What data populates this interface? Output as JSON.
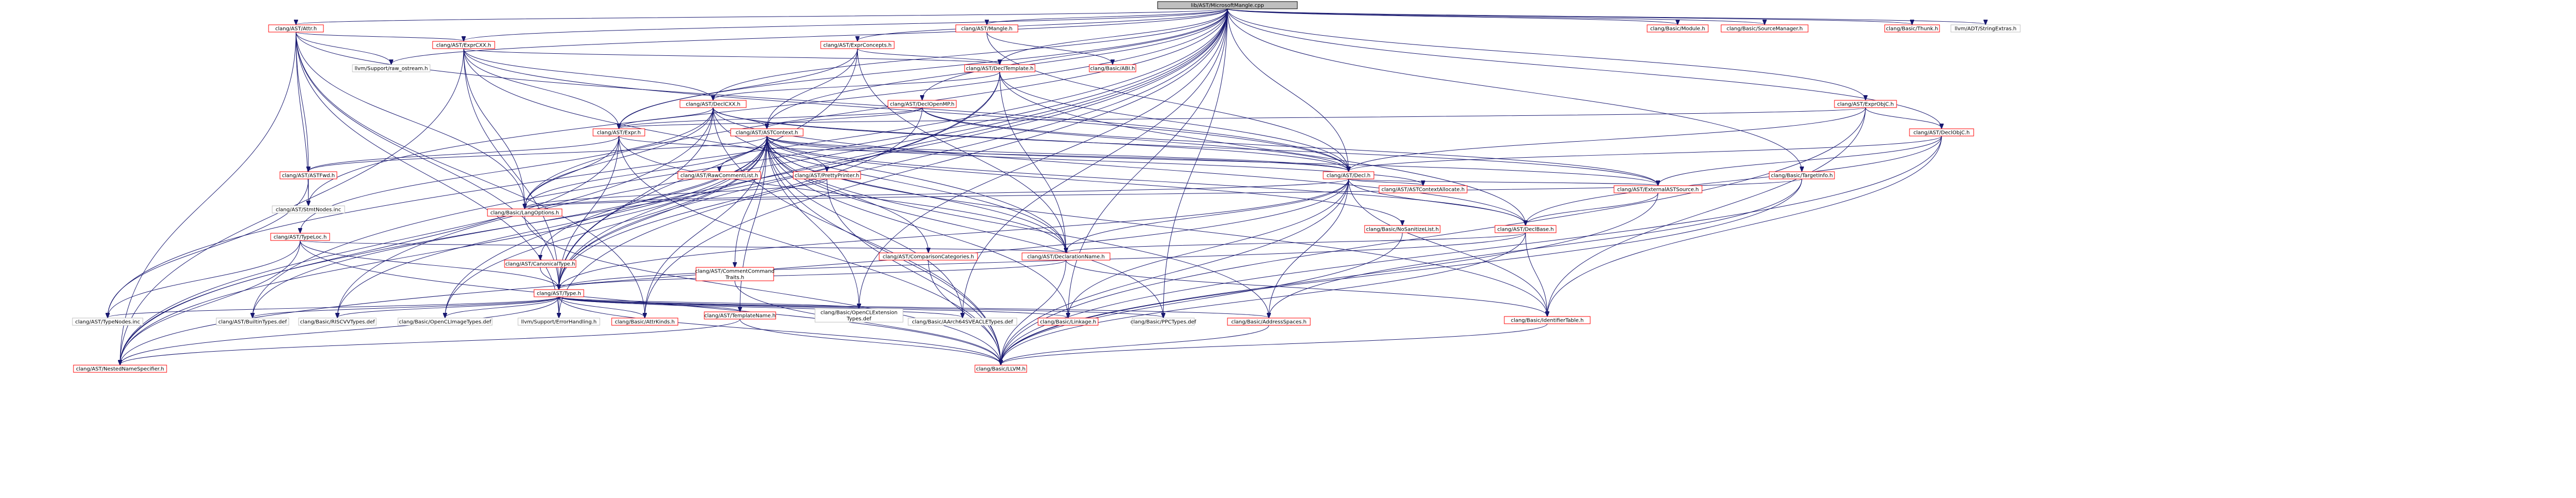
{
  "graph_title": "lib/AST/MicrosoftMangle.cpp",
  "colors": {
    "root_fill": "#bfbfbf",
    "linked_border": "#ff0000",
    "plain_border": "#bfbfbf",
    "edge": "#191970"
  },
  "nodes": [
    {
      "id": "root",
      "label": "lib/AST/MicrosoftMangle.cpp",
      "kind": "root"
    },
    {
      "id": "attr",
      "label": "clang/AST/Attr.h",
      "kind": "linked"
    },
    {
      "id": "mangle",
      "label": "clang/AST/Mangle.h",
      "kind": "linked"
    },
    {
      "id": "exprconcepts",
      "label": "clang/AST/ExprConcepts.h",
      "kind": "linked"
    },
    {
      "id": "declopenmp",
      "label": "clang/AST/DeclOpenMP.h",
      "kind": "linked"
    },
    {
      "id": "exprobjc",
      "label": "clang/AST/ExprObjC.h",
      "kind": "linked"
    },
    {
      "id": "basicmodule",
      "label": "clang/Basic/Module.h",
      "kind": "linked"
    },
    {
      "id": "sourcemanager",
      "label": "clang/Basic/SourceManager.h",
      "kind": "linked"
    },
    {
      "id": "thunk",
      "label": "clang/Basic/Thunk.h",
      "kind": "linked"
    },
    {
      "id": "stringextras",
      "label": "llvm/ADT/StringExtras.h",
      "kind": "plain"
    },
    {
      "id": "exprcxx",
      "label": "clang/AST/ExprCXX.h",
      "kind": "linked"
    },
    {
      "id": "rawostream",
      "label": "llvm/Support/raw_ostream.h",
      "kind": "plain"
    },
    {
      "id": "abih",
      "label": "clang/Basic/ABI.h",
      "kind": "linked"
    },
    {
      "id": "decltemplate",
      "label": "clang/AST/DeclTemplate.h",
      "kind": "linked"
    },
    {
      "id": "declcxx",
      "label": "clang/AST/DeclCXX.h",
      "kind": "linked"
    },
    {
      "id": "declobjc",
      "label": "clang/AST/DeclObjC.h",
      "kind": "linked"
    },
    {
      "id": "targetinfo",
      "label": "clang/Basic/TargetInfo.h",
      "kind": "linked"
    },
    {
      "id": "astcontext",
      "label": "clang/AST/ASTContext.h",
      "kind": "linked"
    },
    {
      "id": "expr",
      "label": "clang/AST/Expr.h",
      "kind": "linked"
    },
    {
      "id": "decl",
      "label": "clang/AST/Decl.h",
      "kind": "linked"
    },
    {
      "id": "astfwd",
      "label": "clang/AST/ASTFwd.h",
      "kind": "linked"
    },
    {
      "id": "stmtnodes",
      "label": "clang/AST/StmtNodes.inc",
      "kind": "plain"
    },
    {
      "id": "rawcomment",
      "label": "clang/AST/RawCommentList.h",
      "kind": "linked"
    },
    {
      "id": "prettyprinter",
      "label": "clang/AST/PrettyPrinter.h",
      "kind": "linked"
    },
    {
      "id": "langoptions",
      "label": "clang/Basic/LangOptions.h",
      "kind": "linked"
    },
    {
      "id": "contexttolocate",
      "label": "clang/AST/ASTContextAllocate.h",
      "kind": "linked"
    },
    {
      "id": "externalast",
      "label": "clang/AST/ExternalASTSource.h",
      "kind": "linked"
    },
    {
      "id": "typeloc",
      "label": "clang/AST/TypeLoc.h",
      "kind": "linked"
    },
    {
      "id": "canonicaltype",
      "label": "clang/AST/CanonicalType.h",
      "kind": "linked"
    },
    {
      "id": "nosanitize",
      "label": "clang/Basic/NoSanitizeList.h",
      "kind": "linked"
    },
    {
      "id": "declbase",
      "label": "clang/AST/DeclBase.h",
      "kind": "linked"
    },
    {
      "id": "comparison",
      "label": "clang/AST/ComparisonCategories.h",
      "kind": "linked"
    },
    {
      "id": "declname",
      "label": "clang/AST/DeclarationName.h",
      "kind": "linked"
    },
    {
      "id": "commentcmd",
      "label": "clang/AST/CommentCommand\nTraits.h",
      "kind": "linked"
    },
    {
      "id": "typeh",
      "label": "clang/AST/Type.h",
      "kind": "linked"
    },
    {
      "id": "identtable",
      "label": "clang/Basic/IdentifierTable.h",
      "kind": "linked"
    },
    {
      "id": "typenodes",
      "label": "clang/AST/TypeNodes.inc",
      "kind": "plain"
    },
    {
      "id": "builtintypes",
      "label": "clang/AST/BuiltinTypes.def",
      "kind": "plain"
    },
    {
      "id": "riscv",
      "label": "clang/Basic/RISCVVTypes.def",
      "kind": "plain"
    },
    {
      "id": "opencl",
      "label": "clang/Basic/OpenCLImageTypes.def",
      "kind": "plain"
    },
    {
      "id": "errorhandling",
      "label": "llvm/Support/ErrorHandling.h",
      "kind": "plain"
    },
    {
      "id": "attrkinds",
      "label": "clang/Basic/AttrKinds.h",
      "kind": "linked"
    },
    {
      "id": "templatename",
      "label": "clang/AST/TemplateName.h",
      "kind": "linked"
    },
    {
      "id": "openclext",
      "label": "clang/Basic/OpenCLExtension\nTypes.def",
      "kind": "plain"
    },
    {
      "id": "aarch64",
      "label": "clang/Basic/AArch64SVEACLETypes.def",
      "kind": "plain"
    },
    {
      "id": "linkage",
      "label": "clang/Basic/Linkage.h",
      "kind": "linked"
    },
    {
      "id": "ppctypes",
      "label": "clang/Basic/PPCTypes.def",
      "kind": "plain"
    },
    {
      "id": "addrspaces",
      "label": "clang/Basic/AddressSpaces.h",
      "kind": "linked"
    },
    {
      "id": "nns",
      "label": "clang/AST/NestedNameSpecifier.h",
      "kind": "linked"
    },
    {
      "id": "llvmh",
      "label": "clang/Basic/LLVM.h",
      "kind": "linked"
    }
  ],
  "edges": [
    [
      "root",
      "attr"
    ],
    [
      "root",
      "mangle"
    ],
    [
      "root",
      "exprconcepts"
    ],
    [
      "root",
      "declopenmp"
    ],
    [
      "root",
      "exprobjc"
    ],
    [
      "root",
      "basicmodule"
    ],
    [
      "root",
      "sourcemanager"
    ],
    [
      "root",
      "thunk"
    ],
    [
      "root",
      "stringextras"
    ],
    [
      "root",
      "exprcxx"
    ],
    [
      "root",
      "decltemplate"
    ],
    [
      "root",
      "declcxx"
    ],
    [
      "root",
      "declobjc"
    ],
    [
      "root",
      "targetinfo"
    ],
    [
      "root",
      "astcontext"
    ],
    [
      "root",
      "expr"
    ],
    [
      "root",
      "decl"
    ],
    [
      "root",
      "typeh"
    ],
    [
      "root",
      "stmtnodes"
    ],
    [
      "root",
      "typenodes"
    ],
    [
      "root",
      "rawostream"
    ],
    [
      "root",
      "errorhandling"
    ],
    [
      "root",
      "langoptions"
    ],
    [
      "root",
      "builtintypes"
    ],
    [
      "root",
      "riscv"
    ],
    [
      "root",
      "opencl"
    ],
    [
      "root",
      "attrkinds"
    ],
    [
      "root",
      "linkage"
    ],
    [
      "root",
      "openclext"
    ],
    [
      "root",
      "aarch64"
    ],
    [
      "root",
      "ppctypes"
    ],
    [
      "attr",
      "exprcxx"
    ],
    [
      "attr",
      "astfwd"
    ],
    [
      "attr",
      "decl"
    ],
    [
      "attr",
      "rawostream"
    ],
    [
      "attr",
      "typeh"
    ],
    [
      "attr",
      "langoptions"
    ],
    [
      "attr",
      "stmtnodes"
    ],
    [
      "attr",
      "nns"
    ],
    [
      "attr",
      "attrkinds"
    ],
    [
      "attr",
      "errorhandling"
    ],
    [
      "mangle",
      "abih"
    ],
    [
      "mangle",
      "decl"
    ],
    [
      "exprconcepts",
      "decltemplate"
    ],
    [
      "exprconcepts",
      "astcontext"
    ],
    [
      "exprconcepts",
      "expr"
    ],
    [
      "exprconcepts",
      "typeh"
    ],
    [
      "exprconcepts",
      "declname"
    ],
    [
      "exprcxx",
      "declcxx"
    ],
    [
      "exprcxx",
      "decltemplate"
    ],
    [
      "exprcxx",
      "expr"
    ],
    [
      "exprcxx",
      "typeh"
    ],
    [
      "exprcxx",
      "nns"
    ],
    [
      "exprcxx",
      "declname"
    ],
    [
      "exprcxx",
      "langoptions"
    ],
    [
      "exprcxx",
      "decl"
    ],
    [
      "decltemplate",
      "declcxx"
    ],
    [
      "decltemplate",
      "decl"
    ],
    [
      "decltemplate",
      "declbase"
    ],
    [
      "decltemplate",
      "declname"
    ],
    [
      "decltemplate",
      "typeh"
    ],
    [
      "decltemplate",
      "nns"
    ],
    [
      "declcxx",
      "astcontext"
    ],
    [
      "declcxx",
      "expr"
    ],
    [
      "declcxx",
      "decl"
    ],
    [
      "declcxx",
      "declbase"
    ],
    [
      "declcxx",
      "declname"
    ],
    [
      "declcxx",
      "externalast"
    ],
    [
      "declcxx",
      "typeh"
    ],
    [
      "declcxx",
      "typeloc"
    ],
    [
      "declcxx",
      "langoptions"
    ],
    [
      "declcxx",
      "nns"
    ],
    [
      "declcxx",
      "llvmh"
    ],
    [
      "declopenmp",
      "astcontext"
    ],
    [
      "declopenmp",
      "decl"
    ],
    [
      "declopenmp",
      "expr"
    ],
    [
      "declopenmp",
      "externalast"
    ],
    [
      "declopenmp",
      "typeh"
    ],
    [
      "exprobjc",
      "declobjc"
    ],
    [
      "exprobjc",
      "expr"
    ],
    [
      "exprobjc",
      "decl"
    ],
    [
      "exprobjc",
      "identtable"
    ],
    [
      "exprobjc",
      "llvmh"
    ],
    [
      "declobjc",
      "decl"
    ],
    [
      "declobjc",
      "declbase"
    ],
    [
      "declobjc",
      "externalast"
    ],
    [
      "declobjc",
      "identtable"
    ],
    [
      "declobjc",
      "llvmh"
    ],
    [
      "targetinfo",
      "langoptions"
    ],
    [
      "targetinfo",
      "addrspaces"
    ],
    [
      "targetinfo",
      "llvmh"
    ],
    [
      "astcontext",
      "rawcomment"
    ],
    [
      "astcontext",
      "prettyprinter"
    ],
    [
      "astcontext",
      "contexttolocate"
    ],
    [
      "astcontext",
      "externalast"
    ],
    [
      "astcontext",
      "decl"
    ],
    [
      "astcontext",
      "declbase"
    ],
    [
      "astcontext",
      "declname"
    ],
    [
      "astcontext",
      "comparison"
    ],
    [
      "astcontext",
      "canonicaltype"
    ],
    [
      "astcontext",
      "commentcmd"
    ],
    [
      "astcontext",
      "typeh"
    ],
    [
      "astcontext",
      "templatename"
    ],
    [
      "astcontext",
      "nns"
    ],
    [
      "astcontext",
      "langoptions"
    ],
    [
      "astcontext",
      "nosanitize"
    ],
    [
      "astcontext",
      "identtable"
    ],
    [
      "astcontext",
      "linkage"
    ],
    [
      "astcontext",
      "addrspaces"
    ],
    [
      "astcontext",
      "llvmh"
    ],
    [
      "astcontext",
      "astfwd"
    ],
    [
      "astcontext",
      "builtintypes"
    ],
    [
      "astcontext",
      "attrkinds"
    ],
    [
      "astcontext",
      "opencl"
    ],
    [
      "astcontext",
      "riscv"
    ],
    [
      "astcontext",
      "aarch64"
    ],
    [
      "astcontext",
      "ppctypes"
    ],
    [
      "astcontext",
      "openclext"
    ],
    [
      "expr",
      "decl"
    ],
    [
      "expr",
      "declname"
    ],
    [
      "expr",
      "typeh"
    ],
    [
      "expr",
      "langoptions"
    ],
    [
      "expr",
      "astfwd"
    ],
    [
      "expr",
      "nns"
    ],
    [
      "expr",
      "llvmh"
    ],
    [
      "decl",
      "declbase"
    ],
    [
      "decl",
      "declname"
    ],
    [
      "decl",
      "externalast"
    ],
    [
      "decl",
      "typeh"
    ],
    [
      "decl",
      "identtable"
    ],
    [
      "decl",
      "linkage"
    ],
    [
      "decl",
      "addrspaces"
    ],
    [
      "decl",
      "contexttolocate"
    ],
    [
      "decl",
      "nns"
    ],
    [
      "decl",
      "llvmh"
    ],
    [
      "decl",
      "langoptions"
    ],
    [
      "astfwd",
      "stmtnodes"
    ],
    [
      "astfwd",
      "typenodes"
    ],
    [
      "prettyprinter",
      "langoptions"
    ],
    [
      "prettyprinter",
      "llvmh"
    ],
    [
      "langoptions",
      "llvmh"
    ],
    [
      "externalast",
      "declbase"
    ],
    [
      "externalast",
      "llvmh"
    ],
    [
      "typeloc",
      "declname"
    ],
    [
      "typeloc",
      "typeh"
    ],
    [
      "typeloc",
      "nns"
    ],
    [
      "typeloc",
      "typenodes"
    ],
    [
      "typeloc",
      "llvmh"
    ],
    [
      "canonicaltype",
      "typeh"
    ],
    [
      "nosanitize",
      "llvmh"
    ],
    [
      "declbase",
      "declname"
    ],
    [
      "declbase",
      "identtable"
    ],
    [
      "declbase",
      "llvmh"
    ],
    [
      "declbase",
      "typeh"
    ],
    [
      "comparison",
      "llvmh"
    ],
    [
      "declname",
      "identtable"
    ],
    [
      "declname",
      "typeh"
    ],
    [
      "declname",
      "llvmh"
    ],
    [
      "commentcmd",
      "llvmh"
    ],
    [
      "typeh",
      "typenodes"
    ],
    [
      "typeh",
      "builtintypes"
    ],
    [
      "typeh",
      "riscv"
    ],
    [
      "typeh",
      "opencl"
    ],
    [
      "typeh",
      "errorhandling"
    ],
    [
      "typeh",
      "attrkinds"
    ],
    [
      "typeh",
      "templatename"
    ],
    [
      "typeh",
      "openclext"
    ],
    [
      "typeh",
      "aarch64"
    ],
    [
      "typeh",
      "linkage"
    ],
    [
      "typeh",
      "ppctypes"
    ],
    [
      "typeh",
      "addrspaces"
    ],
    [
      "typeh",
      "nns"
    ],
    [
      "typeh",
      "llvmh"
    ],
    [
      "identtable",
      "llvmh"
    ],
    [
      "templatename",
      "nns"
    ],
    [
      "templatename",
      "llvmh"
    ],
    [
      "addrspaces",
      "llvmh"
    ]
  ]
}
